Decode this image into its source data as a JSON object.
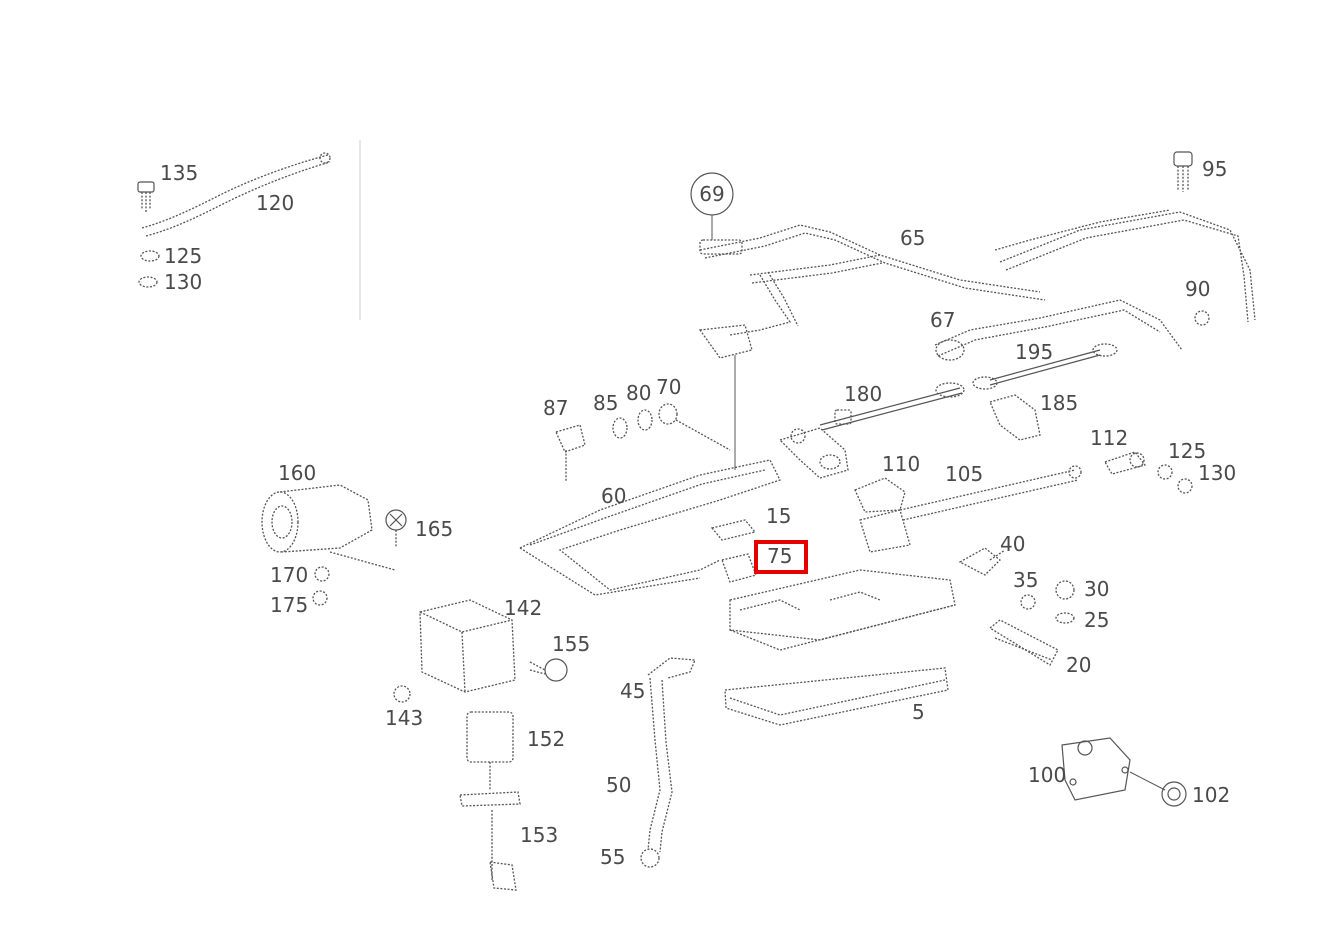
{
  "diagram": {
    "reference_marker": {
      "label": "69"
    },
    "highlighted_part": {
      "label": "75",
      "highlight_color": "#e60000"
    },
    "callouts": {
      "c135": "135",
      "c120": "120",
      "c125a": "125",
      "c130a": "130",
      "c65": "65",
      "c95": "95",
      "c90": "90",
      "c67": "67",
      "c195": "195",
      "c180": "180",
      "c185": "185",
      "c87": "87",
      "c85": "85",
      "c80": "80",
      "c70": "70",
      "c112": "112",
      "c125b": "125",
      "c130b": "130",
      "c160": "160",
      "c110": "110",
      "c105": "105",
      "c165": "165",
      "c60": "60",
      "c15": "15",
      "c40": "40",
      "c170": "170",
      "c175": "175",
      "c35": "35",
      "c30": "30",
      "c25": "25",
      "c142": "142",
      "c155": "155",
      "c20": "20",
      "c45": "45",
      "c5": "5",
      "c143": "143",
      "c152": "152",
      "c50": "50",
      "c100": "100",
      "c102": "102",
      "c153": "153",
      "c55": "55"
    }
  }
}
